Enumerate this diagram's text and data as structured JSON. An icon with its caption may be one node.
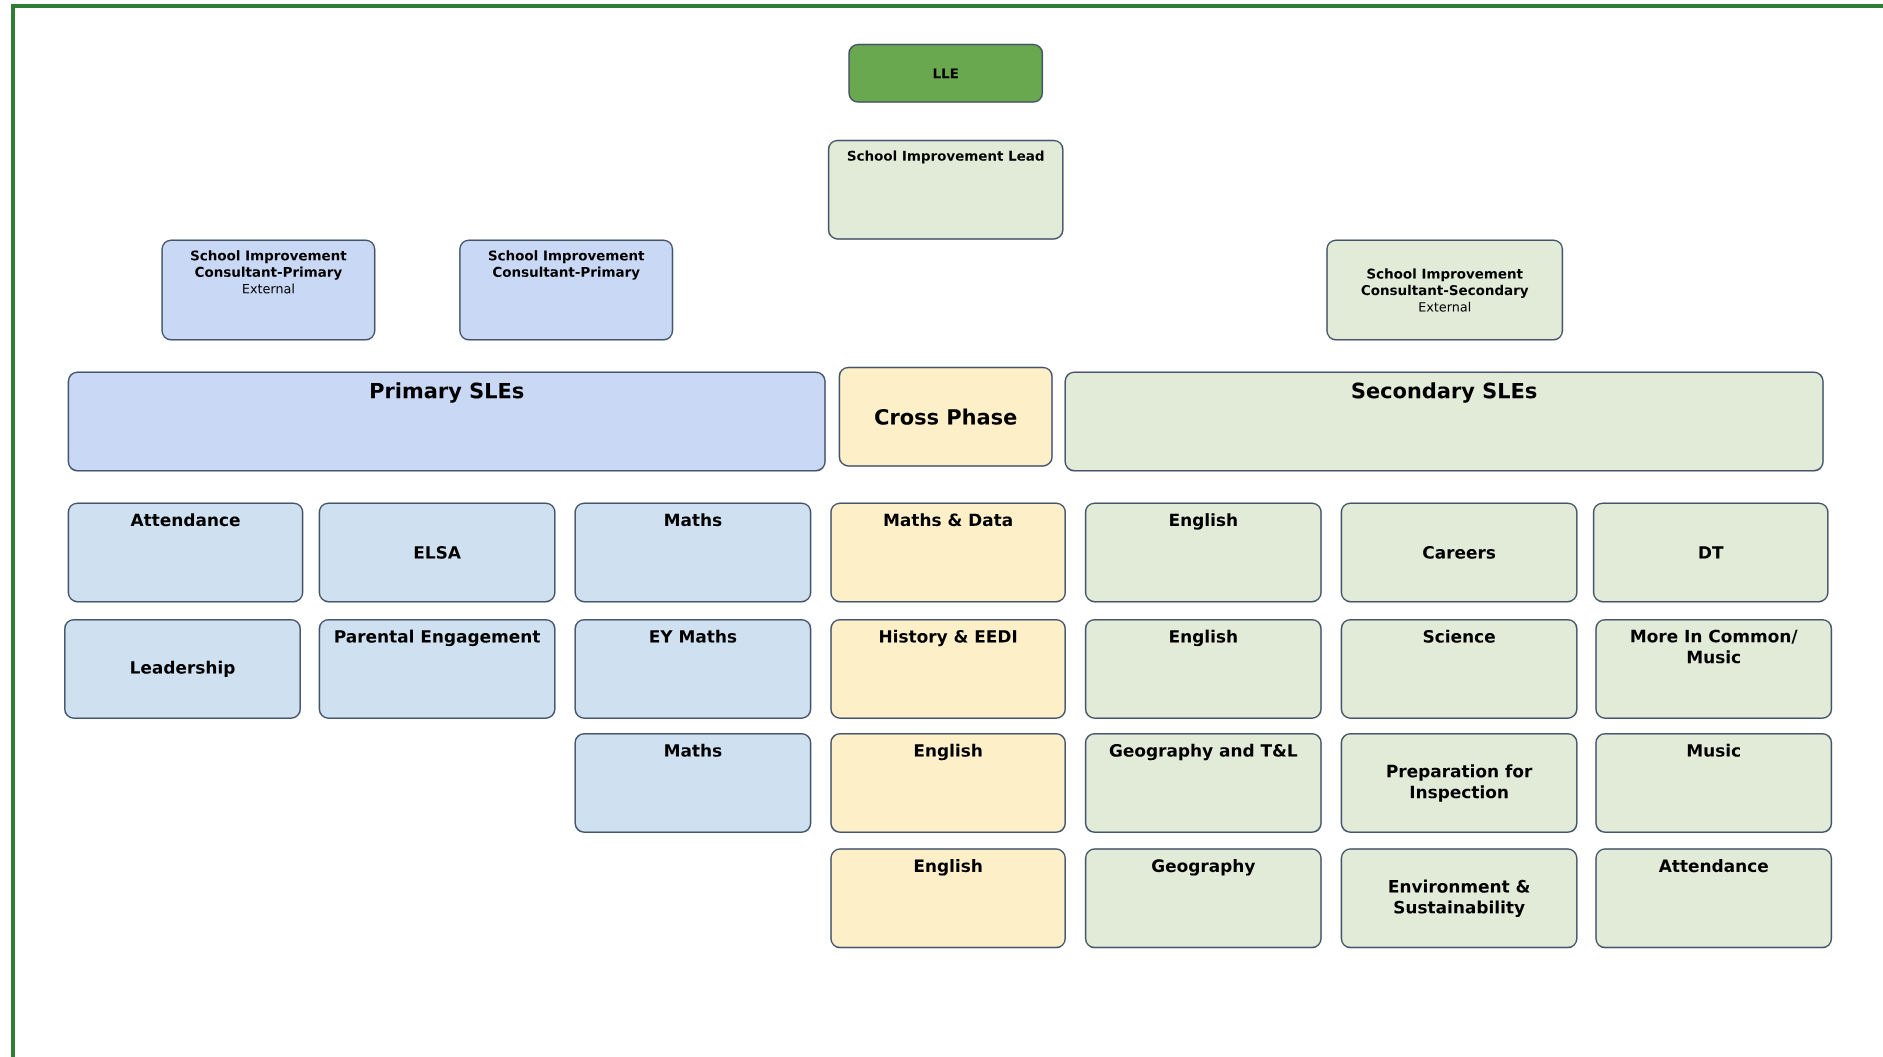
{
  "diagram": {
    "nodes": [
      {
        "text": [
          "LLE"
        ]
      },
      {
        "text": [
          "School Improvement Lead"
        ]
      },
      {
        "text": [
          "School Improvement Consultant-Primary",
          "External"
        ]
      },
      {
        "text": [
          "School Improvement Consultant-Primary"
        ]
      },
      {
        "text": [
          "School Improvement Consultant-Secondary",
          "External"
        ]
      },
      {
        "text": [
          "Primary SLEs"
        ]
      },
      {
        "text": [
          "Cross Phase"
        ]
      },
      {
        "text": [
          "Secondary SLEs"
        ]
      },
      {
        "text": [
          "Attendance"
        ]
      },
      {
        "text": [
          "ELSA"
        ]
      },
      {
        "text": [
          "Maths"
        ]
      },
      {
        "text": [
          "Maths & Data"
        ]
      },
      {
        "text": [
          "English"
        ]
      },
      {
        "text": [
          "Careers"
        ]
      },
      {
        "text": [
          "DT"
        ]
      },
      {
        "text": [
          "Leadership"
        ]
      },
      {
        "text": [
          "Parental Engagement"
        ]
      },
      {
        "text": [
          "EY Maths"
        ]
      },
      {
        "text": [
          "History & EEDI"
        ]
      },
      {
        "text": [
          "English"
        ]
      },
      {
        "text": [
          "Science"
        ]
      },
      {
        "text": [
          "More In Common/ Music"
        ]
      },
      {
        "text": [
          "Maths"
        ]
      },
      {
        "text": [
          "English"
        ]
      },
      {
        "text": [
          "Geography and T&L"
        ]
      },
      {
        "text": [
          "Preparation for Inspection"
        ]
      },
      {
        "text": [
          "Music"
        ]
      },
      {
        "text": [
          "English"
        ]
      },
      {
        "text": [
          "Geography"
        ]
      },
      {
        "text": [
          "Environment & Sustainability"
        ]
      },
      {
        "text": [
          "Attendance"
        ]
      }
    ]
  }
}
